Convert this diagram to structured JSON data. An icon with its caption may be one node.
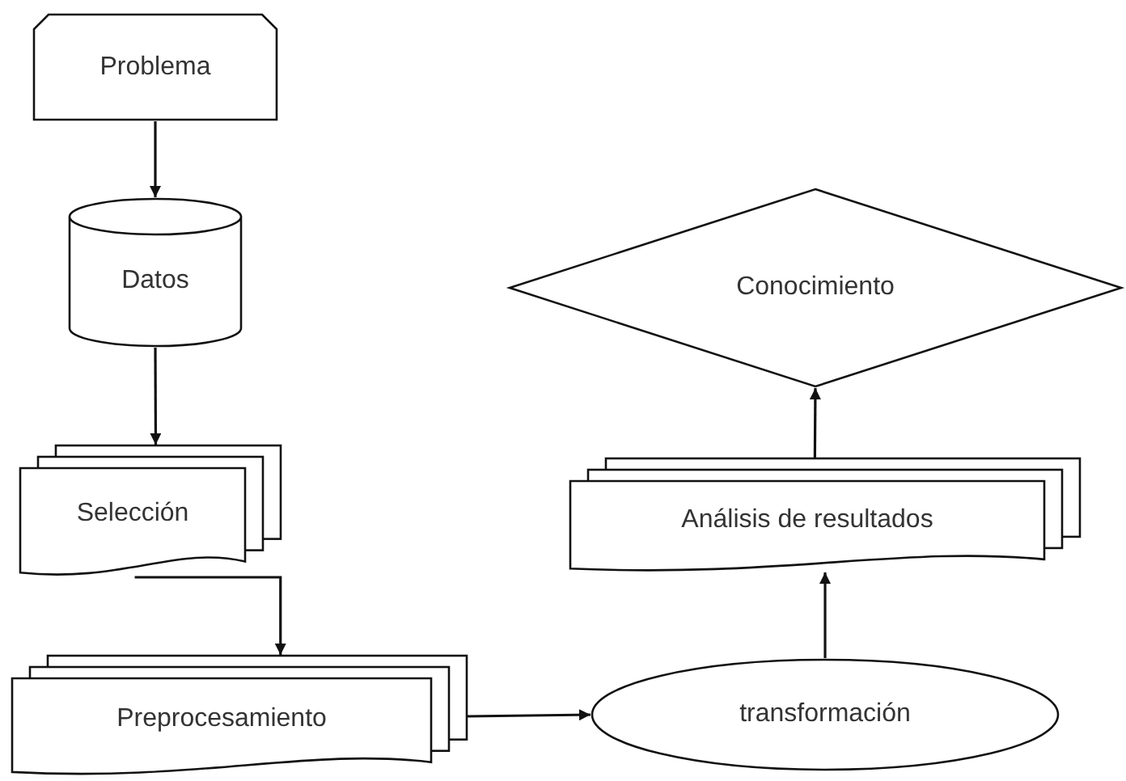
{
  "diagram": {
    "nodes": [
      {
        "text": [
          "Problema"
        ]
      },
      {
        "text": [
          "Datos"
        ]
      },
      {
        "text": [
          "Selección"
        ]
      },
      {
        "text": [
          "Preprocesamiento"
        ]
      },
      {
        "text": [
          "transformación"
        ]
      },
      {
        "text": [
          "Análisis de resultados"
        ]
      },
      {
        "text": [
          "Conocimiento"
        ]
      }
    ],
    "edges": [
      {
        "from": 0,
        "to": 1,
        "arrow": "to"
      },
      {
        "from": 1,
        "to": 2,
        "arrow": "to"
      },
      {
        "from": 2,
        "to": 3,
        "arrow": "to"
      },
      {
        "from": 3,
        "to": 4,
        "arrow": "to"
      },
      {
        "from": 4,
        "to": 5,
        "arrow": "to"
      },
      {
        "from": 5,
        "to": 6,
        "arrow": "to"
      }
    ]
  }
}
